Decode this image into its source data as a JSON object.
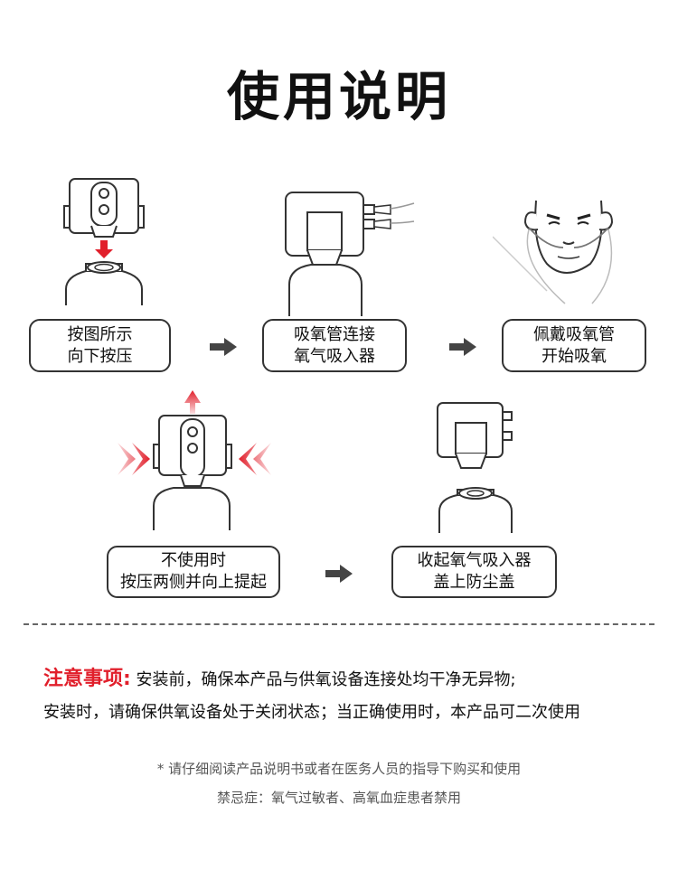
{
  "title": "使用说明",
  "steps": [
    {
      "line1": "按图所示",
      "line2": "向下按压"
    },
    {
      "line1": "吸氧管连接",
      "line2": "氧气吸入器"
    },
    {
      "line1": "佩戴吸氧管",
      "line2": "开始吸氧"
    },
    {
      "line1": "不使用时",
      "line2": "按压两侧并向上提起"
    },
    {
      "line1": "收起氧气吸入器",
      "line2": "盖上防尘盖"
    }
  ],
  "notes": {
    "label": "注意事项:",
    "line1": "安装前，确保本产品与供氧设备连接处均干净无异物;",
    "line2": "安装时，请确保供氧设备处于关闭状态；当正确使用时，本产品可二次使用"
  },
  "footer": {
    "line1": "* 请仔细阅读产品说明书或者在医务人员的指导下购买和使用",
    "line2": "禁忌症：氧气过敏者、高氧血症患者禁用"
  },
  "colors": {
    "accent": "#e11f2b",
    "text": "#111111",
    "muted": "#555555"
  }
}
